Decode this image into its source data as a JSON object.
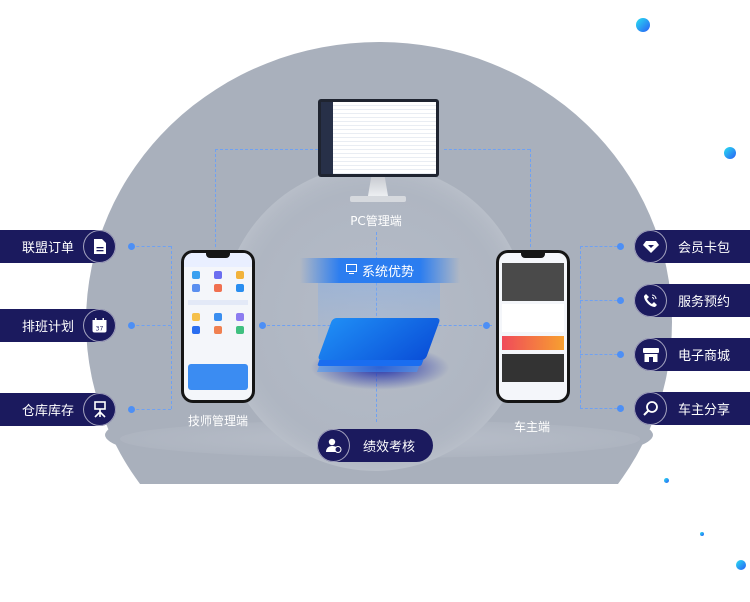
{
  "center": {
    "title": "系统优势",
    "icon": "monitor-icon"
  },
  "endpoints": {
    "pc": "PC管理端",
    "technician": "技师管理端",
    "owner": "车主端"
  },
  "left_features": [
    {
      "label": "联盟订单",
      "icon": "document-icon"
    },
    {
      "label": "排班计划",
      "icon": "calendar-icon",
      "icon_text": "37"
    },
    {
      "label": "仓库库存",
      "icon": "warehouse-icon"
    }
  ],
  "right_features": [
    {
      "label": "会员卡包",
      "icon": "diamond-icon"
    },
    {
      "label": "服务预约",
      "icon": "phone-call-icon"
    },
    {
      "label": "电子商城",
      "icon": "store-icon"
    },
    {
      "label": "车主分享",
      "icon": "share-icon"
    }
  ],
  "bottom_feature": {
    "label": "绩效考核",
    "icon": "user-review-icon"
  },
  "colors": {
    "pill": "#1b1a5e",
    "dome": "#a9b0bc",
    "accent": "#2b7df0"
  }
}
